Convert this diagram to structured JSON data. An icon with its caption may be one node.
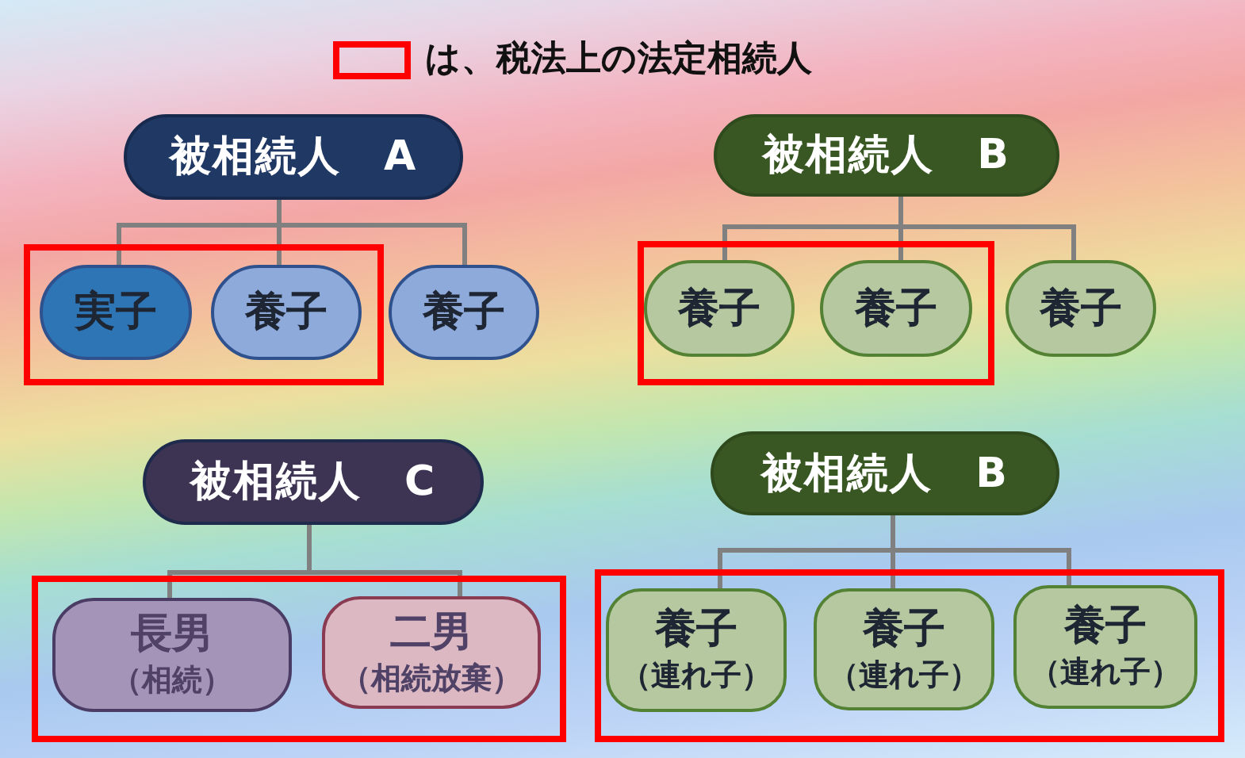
{
  "diagram": {
    "nodes": [
      {
        "text": [
          "被相続人　A"
        ]
      },
      {
        "text": [],
        "shape": "box"
      },
      {
        "text": [
          "実子"
        ],
        "in": 1
      },
      {
        "text": [
          "養子"
        ],
        "in": 1
      },
      {
        "text": [
          "養子"
        ]
      },
      {
        "text": [
          "被相続人　B"
        ]
      },
      {
        "text": [],
        "shape": "box"
      },
      {
        "text": [
          "養子"
        ],
        "in": 6
      },
      {
        "text": [
          "養子"
        ],
        "in": 6
      },
      {
        "text": [
          "養子"
        ]
      },
      {
        "text": [
          "被相続人　C"
        ]
      },
      {
        "text": [],
        "shape": "box"
      },
      {
        "text": [
          "長男",
          "（相続）"
        ],
        "in": 11
      },
      {
        "text": [
          "二男",
          "（相続放棄）"
        ],
        "in": 11
      },
      {
        "text": [
          "被相続人　B"
        ]
      },
      {
        "text": [],
        "shape": "box"
      },
      {
        "text": [
          "養子",
          "（連れ子）"
        ],
        "in": 15
      },
      {
        "text": [
          "養子",
          "（連れ子）"
        ],
        "in": 15
      },
      {
        "text": [
          "養子",
          "（連れ子）"
        ],
        "in": 15
      }
    ],
    "edges": [
      {
        "from": 0,
        "to": 2,
        "arrow": "none"
      },
      {
        "from": 0,
        "to": 3,
        "arrow": "none"
      },
      {
        "from": 0,
        "to": 4,
        "arrow": "none"
      },
      {
        "from": 5,
        "to": 7,
        "arrow": "none"
      },
      {
        "from": 5,
        "to": 8,
        "arrow": "none"
      },
      {
        "from": 5,
        "to": 9,
        "arrow": "none"
      },
      {
        "from": 10,
        "to": 12,
        "arrow": "none"
      },
      {
        "from": 10,
        "to": 13,
        "arrow": "none"
      },
      {
        "from": 14,
        "to": 16,
        "arrow": "none"
      },
      {
        "from": 14,
        "to": 17,
        "arrow": "none"
      },
      {
        "from": 14,
        "to": 18,
        "arrow": "none"
      }
    ],
    "legend": [
      {
        "text": "は、税法上の法定相続人"
      }
    ]
  }
}
